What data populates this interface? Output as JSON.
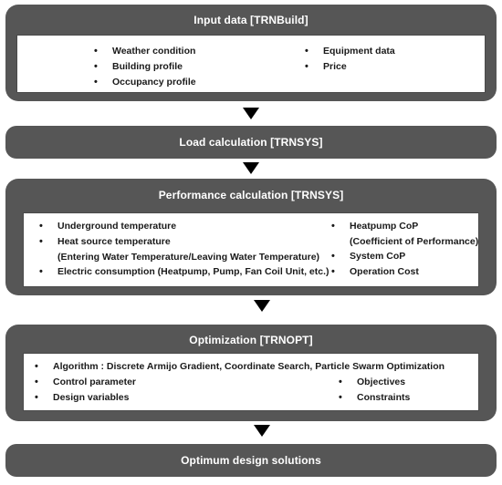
{
  "stages": {
    "input": {
      "title": "Input data [TRNBuild]",
      "left_items": [
        "Weather condition",
        "Building profile",
        "Occupancy profile"
      ],
      "right_items": [
        "Equipment data",
        "Price"
      ]
    },
    "load": {
      "title": "Load calculation [TRNSYS]"
    },
    "performance": {
      "title": "Performance calculation [TRNSYS]",
      "left_items": [
        {
          "text": "Underground temperature"
        },
        {
          "text": "Heat source temperature",
          "sub": "(Entering Water Temperature/Leaving Water Temperature)"
        },
        {
          "text": "Electric consumption (Heatpump, Pump, Fan Coil Unit, etc.)"
        }
      ],
      "right_items": [
        {
          "text": "Heatpump CoP",
          "sub": "(Coefficient of Performance)"
        },
        {
          "text": "System CoP"
        },
        {
          "text": "Operation Cost"
        }
      ]
    },
    "optimization": {
      "title": "Optimization [TRNOPT]",
      "algorithm": "Algorithm : Discrete Armijo Gradient, Coordinate Search, Particle Swarm Optimization",
      "left_items": [
        "Control parameter",
        "Design variables"
      ],
      "right_items": [
        "Objectives",
        "Constraints"
      ]
    },
    "output": {
      "title": "Optimum design solutions"
    }
  },
  "bullet_glyph": "•"
}
